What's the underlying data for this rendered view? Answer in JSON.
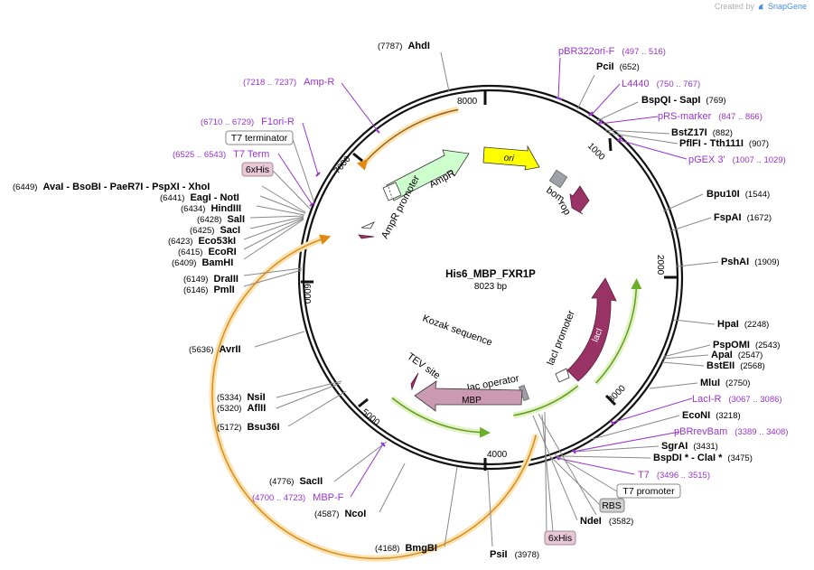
{
  "credit": {
    "created_by": "Created by",
    "brand": "SnapGene"
  },
  "plasmid": {
    "name": "His6_MBP_FXR1P",
    "size": "8023 bp"
  },
  "ticks": [
    "1000",
    "2000",
    "3000",
    "4000",
    "5000",
    "6000",
    "7000",
    "8000"
  ],
  "enzymes": [
    {
      "pos": "(7787)",
      "name": "AhdI"
    },
    {
      "pos": "(652)",
      "name": "PciI"
    },
    {
      "pos": "(769)",
      "name": "BspQI - SapI"
    },
    {
      "pos": "(882)",
      "name": "BstZ17I"
    },
    {
      "pos": "(907)",
      "name": "PflFI - Tth111I"
    },
    {
      "pos": "(1544)",
      "name": "Bpu10I"
    },
    {
      "pos": "(1672)",
      "name": "FspAI"
    },
    {
      "pos": "(1909)",
      "name": "PshAI"
    },
    {
      "pos": "(2248)",
      "name": "HpaI"
    },
    {
      "pos": "(2543)",
      "name": "PspOMI"
    },
    {
      "pos": "(2547)",
      "name": "ApaI"
    },
    {
      "pos": "(2568)",
      "name": "BstEII"
    },
    {
      "pos": "(2750)",
      "name": "MluI"
    },
    {
      "pos": "(3218)",
      "name": "EcoNI"
    },
    {
      "pos": "(3431)",
      "name": "SgrAI"
    },
    {
      "pos": "(3475)",
      "name": "BspDI * - ClaI *"
    },
    {
      "pos": "(3582)",
      "name": "NdeI"
    },
    {
      "pos": "(3978)",
      "name": "PsiI"
    },
    {
      "pos": "(4168)",
      "name": "BmgBI"
    },
    {
      "pos": "(4587)",
      "name": "NcoI"
    },
    {
      "pos": "(4776)",
      "name": "SacII"
    },
    {
      "pos": "(5172)",
      "name": "Bsu36I"
    },
    {
      "pos": "(5320)",
      "name": "AflII"
    },
    {
      "pos": "(5334)",
      "name": "NsiI"
    },
    {
      "pos": "(5636)",
      "name": "AvrII"
    },
    {
      "pos": "(6146)",
      "name": "PmlI"
    },
    {
      "pos": "(6149)",
      "name": "DraIII"
    },
    {
      "pos": "(6409)",
      "name": "BamHI"
    },
    {
      "pos": "(6415)",
      "name": "EcoRI"
    },
    {
      "pos": "(6423)",
      "name": "Eco53kI"
    },
    {
      "pos": "(6425)",
      "name": "SacI"
    },
    {
      "pos": "(6428)",
      "name": "SalI"
    },
    {
      "pos": "(6434)",
      "name": "HindIII"
    },
    {
      "pos": "(6441)",
      "name": "EagI - NotI"
    },
    {
      "pos": "(6449)",
      "name": "AvaI - BsoBI - PaeR7I - PspXI - XhoI"
    }
  ],
  "primers": [
    {
      "name": "pBR322ori-F",
      "range": "(497 .. 516)"
    },
    {
      "name": "L4440",
      "range": "(750 .. 767)"
    },
    {
      "name": "pRS-marker",
      "range": "(847 .. 866)"
    },
    {
      "name": "pGEX 3'",
      "range": "(1007 .. 1029)"
    },
    {
      "name": "LacI-R",
      "range": "(3067 .. 3086)"
    },
    {
      "name": "pBRrevBam",
      "range": "(3389 .. 3408)"
    },
    {
      "name": "T7",
      "range": "(3496 .. 3515)"
    },
    {
      "name": "MBP-F",
      "range": "(4700 .. 4723)"
    },
    {
      "name": "Amp-R",
      "range": "(7218 .. 7237)"
    },
    {
      "name": "F1ori-R",
      "range": "(6710 .. 6729)"
    },
    {
      "name": "T7 Term",
      "range": "(6525 .. 6543)"
    }
  ],
  "boxed_labels": {
    "t7_terminator": "T7 terminator",
    "his_top": "6xHis",
    "t7_promoter": "T7 promoter",
    "rbs": "RBS",
    "his_bottom": "6xHis"
  },
  "features": {
    "ori": "ori",
    "bom": "bom",
    "rop": "rop",
    "ampr": "AmpR",
    "ampr_promoter": "AmpR promoter",
    "laci": "lacI",
    "laci_promoter": "lacI promoter",
    "lac_operator": "lac operator",
    "mbp": "MBP",
    "tev_site": "TEV site",
    "kozak": "Kozak sequence"
  },
  "colors": {
    "ori": "#ffff00",
    "ampr": "#ccffcc",
    "laci": "#993366",
    "rop": "#993366",
    "mbp": "#cc99b2",
    "bom": "#a0a0a8",
    "orf_orange": "#f5b041",
    "orf_green": "#99cc33",
    "primer": "#9933cc",
    "backbone": "#000000"
  }
}
